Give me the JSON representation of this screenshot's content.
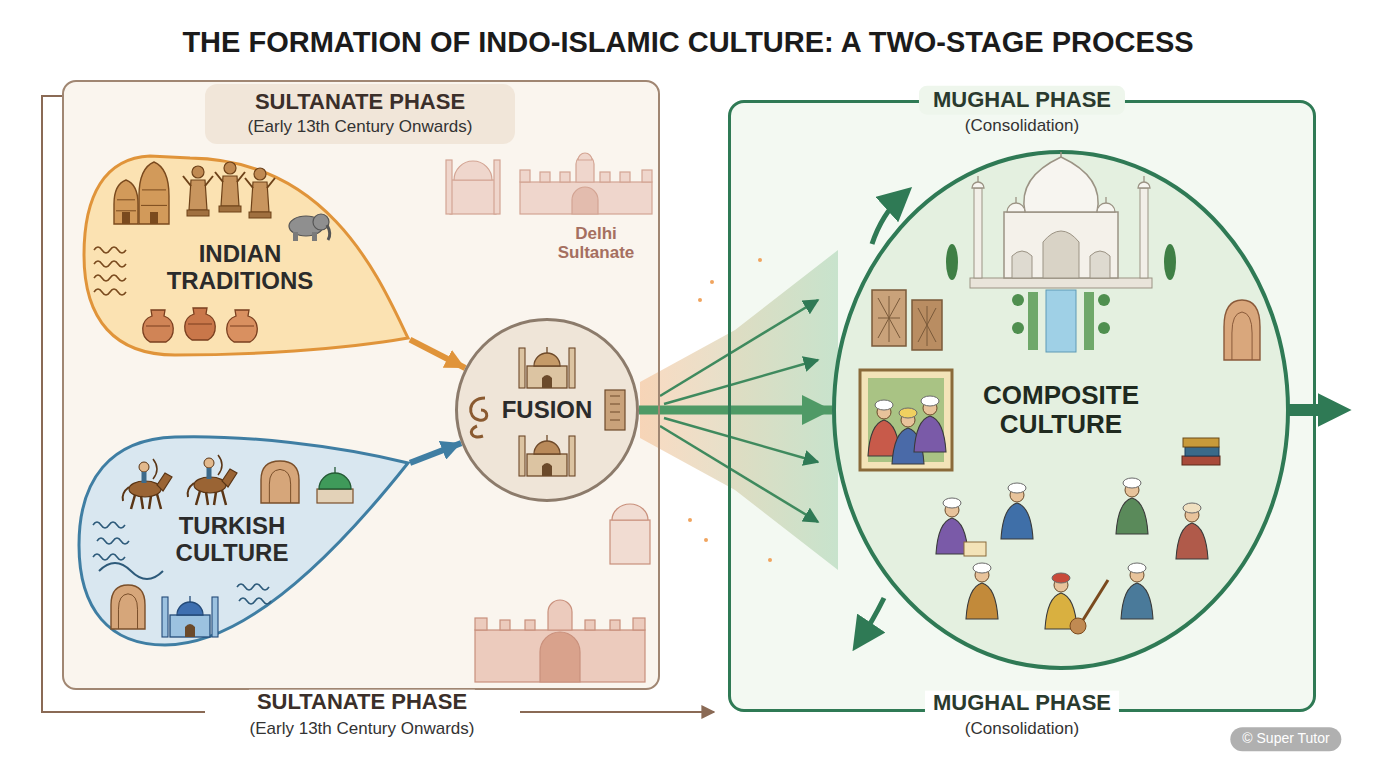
{
  "diagram": {
    "title": "THE FORMATION OF INDO-ISLAMIC CULTURE: A TWO-STAGE PROCESS",
    "nodes": [
      {
        "text": [
          "SULTANATE PHASE",
          "(Early 13th Century Onwards)"
        ]
      },
      {
        "text": [
          "INDIAN TRADITIONS"
        ],
        "in": 0
      },
      {
        "text": [
          "TURKISH CULTURE"
        ],
        "in": 0
      },
      {
        "text": [
          "FUSION"
        ],
        "in": 0
      },
      {
        "text": [
          "MUGHAL PHASE",
          "(Consolidation)"
        ]
      },
      {
        "text": [
          "COMPOSITE CULTURE"
        ],
        "in": 4
      }
    ],
    "edges": [
      {
        "from": 1,
        "to": 3,
        "arrow": "to"
      },
      {
        "from": 2,
        "to": 3,
        "arrow": "to"
      },
      {
        "from": 3,
        "to": 5,
        "arrow": "to"
      }
    ],
    "labels": [
      "Delhi Sultanate",
      "SULTANATE PHASE",
      "(Early 13th Century Onwards)",
      "MUGHAL PHASE",
      "(Consolidation)",
      "© Super Tutor"
    ]
  }
}
